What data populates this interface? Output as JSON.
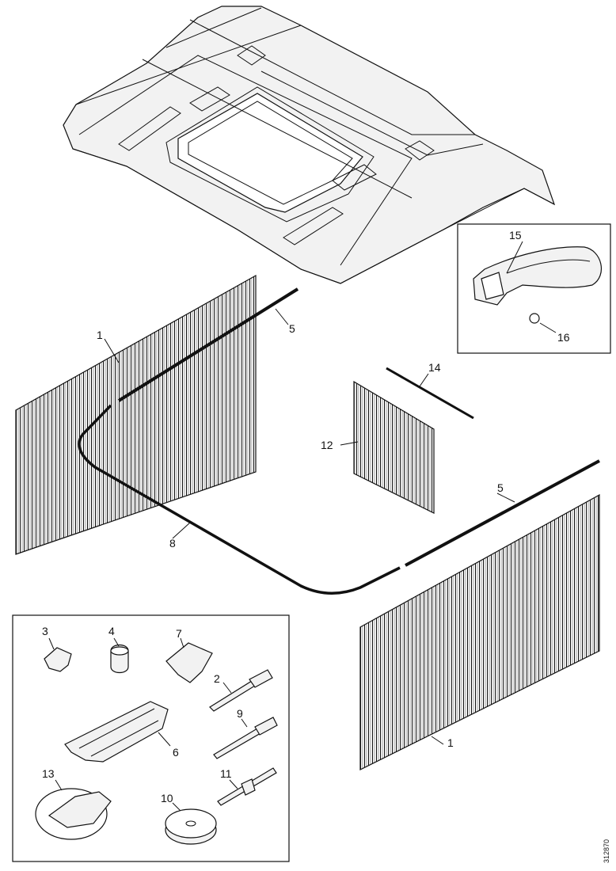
{
  "callouts": {
    "c1a": "1",
    "c1b": "1",
    "c2": "2",
    "c3": "3",
    "c4": "4",
    "c5a": "5",
    "c5b": "5",
    "c6": "6",
    "c7": "7",
    "c8": "8",
    "c9": "9",
    "c10": "10",
    "c11": "11",
    "c12": "12",
    "c13": "13",
    "c14": "14",
    "c15": "15",
    "c16": "16"
  },
  "document_number": "312870"
}
